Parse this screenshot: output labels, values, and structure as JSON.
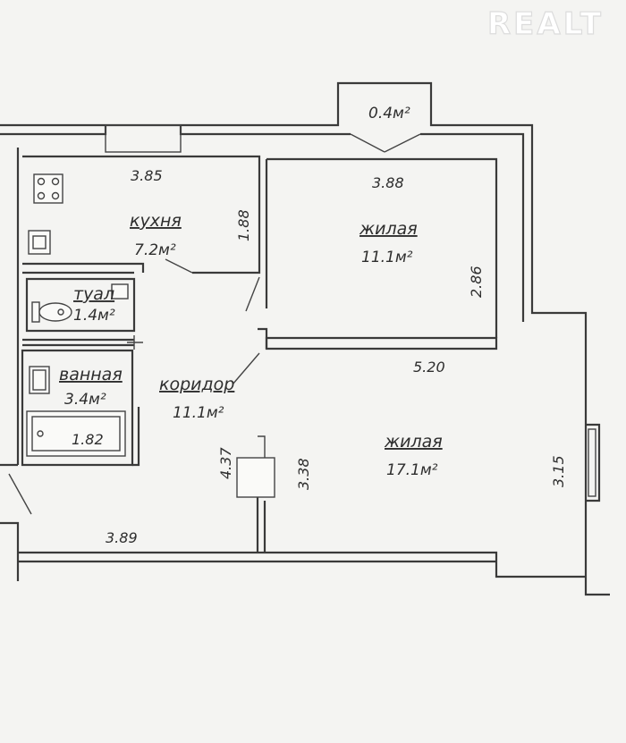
{
  "watermark": "REALT",
  "balcony": {
    "area": "0.4м²"
  },
  "rooms": {
    "kitchen": {
      "name": "кухня",
      "area": "7.2м²"
    },
    "wc": {
      "name": "туал",
      "area": "1.4м²"
    },
    "bath": {
      "name": "ванная",
      "area": "3.4м²"
    },
    "corridor": {
      "name": "коридор",
      "area": "11.1м²"
    },
    "living1": {
      "name": "жилая",
      "area": "11.1м²"
    },
    "living2": {
      "name": "жилая",
      "area": "17.1м²"
    }
  },
  "dimensions": {
    "kitchen_width": "3.85",
    "kitchen_depth": "1.88",
    "living1_width": "3.88",
    "living1_depth": "2.86",
    "living2_width": "5.20",
    "living2_depth": "3.15",
    "bath_tub": "1.82",
    "corridor_depth": "4.37",
    "corridor_width": "3.89",
    "living2_inner": "3.38"
  }
}
